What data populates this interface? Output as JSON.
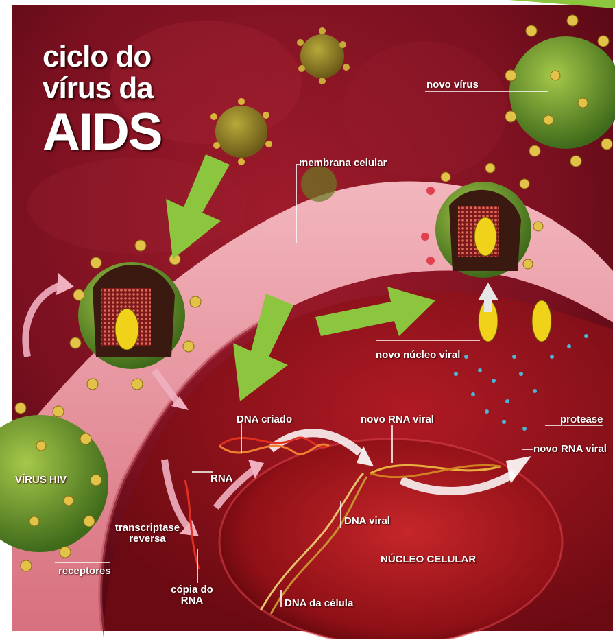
{
  "title": {
    "line1": "ciclo do",
    "line2": "vírus da",
    "line3": "AIDS"
  },
  "labels": {
    "novo_virus": "novo vírus",
    "membrana_celular": "membrana celular",
    "novo_nucleo_viral": "novo núcleo viral",
    "virus_hiv": "VÍRUS HIV",
    "dna_criado": "DNA criado",
    "novo_rna_viral_top": "novo RNA viral",
    "protease": "protease",
    "novo_rna_viral_right": "novo RNA viral",
    "rna": "RNA",
    "transcriptase_1": "transcriptase",
    "transcriptase_2": "reversa",
    "dna_viral": "DNA viral",
    "receptores": "receptores",
    "nucleo_celular": "NÚCLEO CELULAR",
    "copia_1": "cópia do",
    "copia_2": "RNA",
    "dna_da_celula": "DNA da célula"
  },
  "colors": {
    "background": "#7a1020",
    "membrane": "#e8909c",
    "nucleus": "#a8141c",
    "virus": "#6e9a2a",
    "spike": "#e3c24a",
    "arrow": "#8cc63f"
  }
}
